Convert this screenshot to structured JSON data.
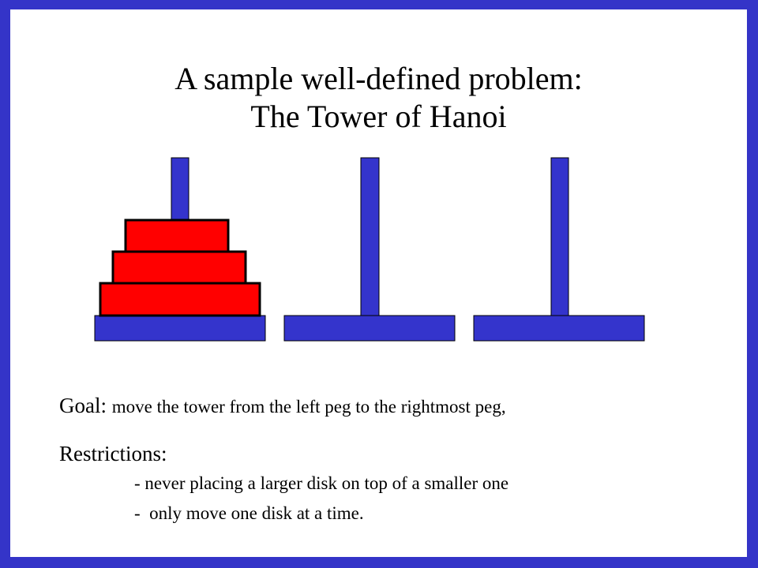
{
  "slide": {
    "background_color": "#3434C8",
    "title": {
      "line1": "A sample well-defined problem:",
      "line2": "The Tower of Hanoi"
    },
    "goal": {
      "label": "Goal:",
      "text": "move the tower from the left peg to the rightmost peg,"
    },
    "restrictions": {
      "label": "Restrictions:",
      "items": [
        "- never placing a larger disk on top of a smaller one",
        "-  only move one disk at a time."
      ]
    }
  },
  "diagram": {
    "peg_color": "#3434CC",
    "disk_color": "#FF0000",
    "pegs": [
      {
        "name": "left",
        "disks": 3
      },
      {
        "name": "middle",
        "disks": 0
      },
      {
        "name": "right",
        "disks": 0
      }
    ]
  }
}
